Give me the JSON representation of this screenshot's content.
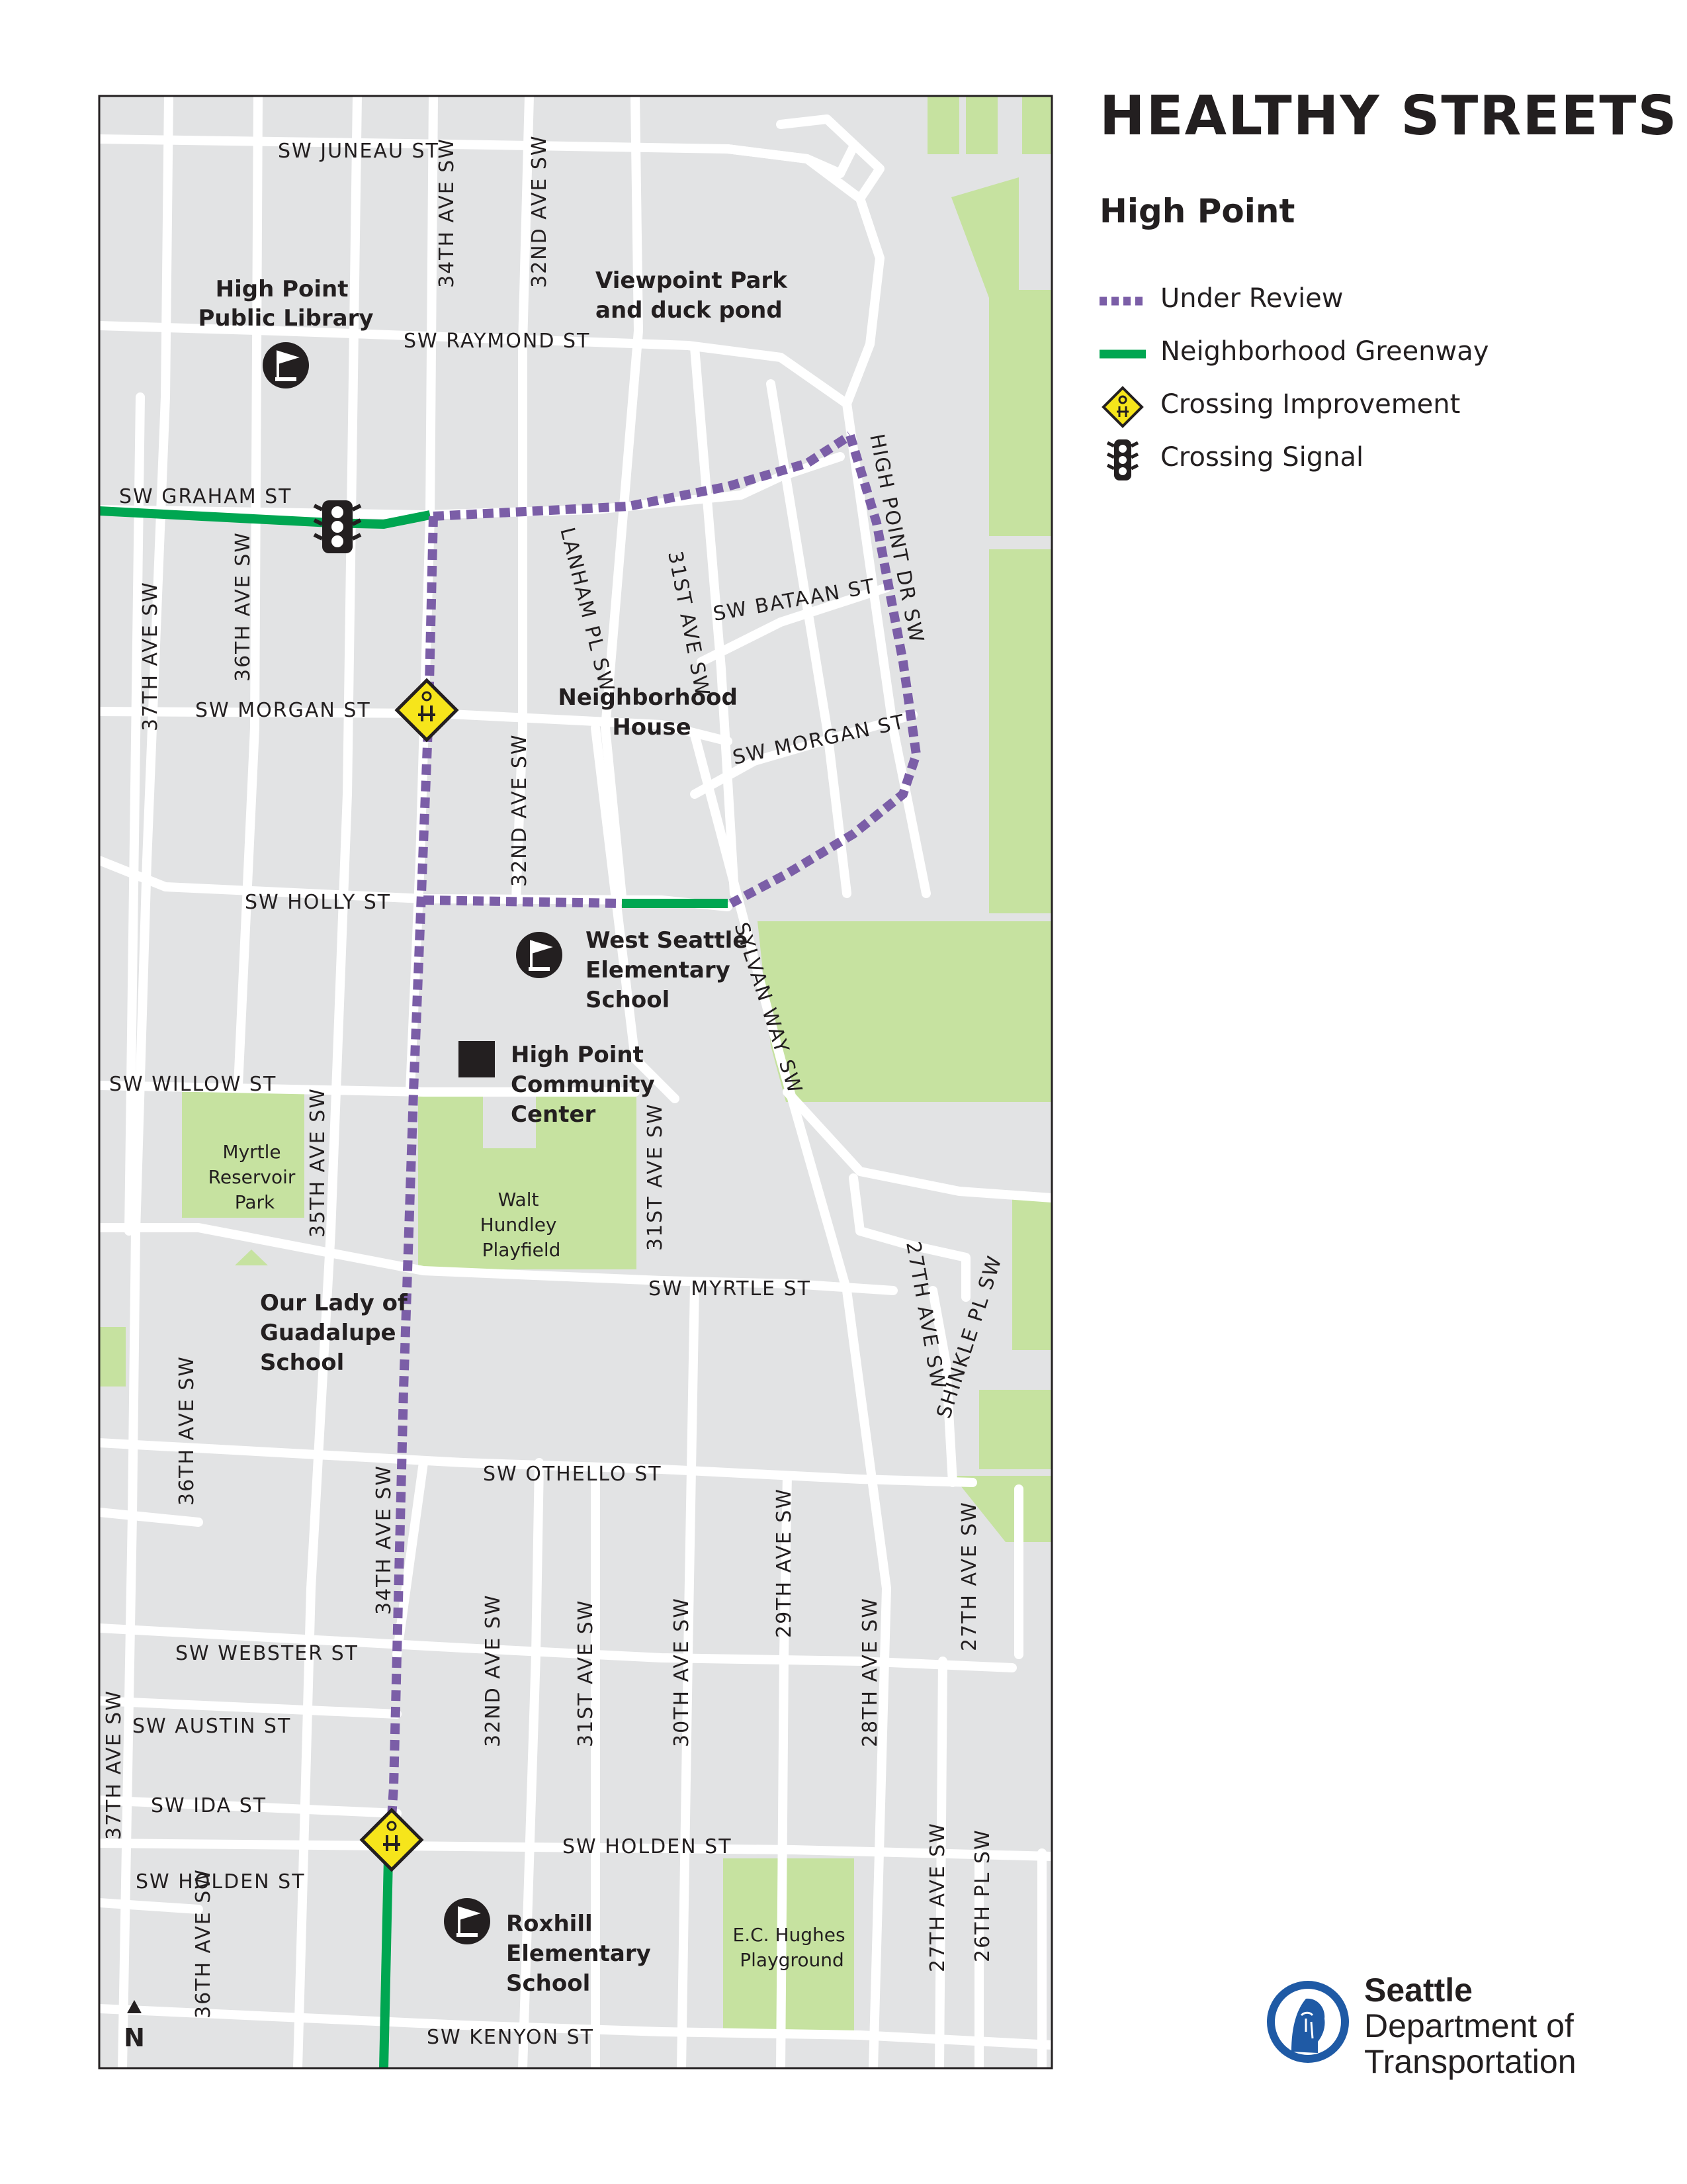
{
  "title": "HEALTHY STREETS",
  "subtitle": "High Point",
  "legend": [
    {
      "icon": "under-review-swatch",
      "label": "Under Review"
    },
    {
      "icon": "neighborhood-greenway-swatch",
      "label": "Neighborhood Greenway"
    },
    {
      "icon": "crossing-improvement-icon",
      "label": "Crossing Improvement"
    },
    {
      "icon": "crossing-signal-icon",
      "label": "Crossing Signal"
    }
  ],
  "north_label": "N",
  "agency": {
    "line1": "Seattle",
    "line2": "Department of",
    "line3": "Transportation"
  },
  "colors": {
    "land": "#e2e3e4",
    "street": "#ffffff",
    "park": "#c6e2a0",
    "under_review": "#7b5ea7",
    "greenway": "#00a651",
    "crossing": "#f6e51b",
    "text": "#231f20",
    "logo": "#1f5aa5"
  },
  "streets": {
    "juneau": "SW JUNEAU ST",
    "raymond": "SW RAYMOND ST",
    "graham": "SW GRAHAM ST",
    "bataan": "SW BATAAN ST",
    "morgan_w": "SW MORGAN ST",
    "morgan_e": "SW MORGAN ST",
    "holly": "SW HOLLY ST",
    "willow": "SW WILLOW ST",
    "myrtle": "SW MYRTLE ST",
    "othello": "SW OTHELLO ST",
    "webster": "SW WEBSTER ST",
    "austin": "SW AUSTIN ST",
    "ida": "SW IDA ST",
    "holden_w": "SW HOLDEN ST",
    "holden_e": "SW HOLDEN ST",
    "kenyon": "SW KENYON ST",
    "ave34_n": "34TH AVE SW",
    "ave32_n": "32ND AVE SW",
    "ave37_n": "37TH AVE SW",
    "ave36_n": "36TH AVE SW",
    "lanham": "LANHAM PL SW",
    "ave31_n": "31ST AVE SW",
    "highpoint": "HIGH POINT DR SW",
    "ave32_m": "32ND AVE SW",
    "sylvan": "SYLVAN WAY SW",
    "ave35": "35TH AVE SW",
    "ave31_m": "31ST AVE SW",
    "ave27_n": "27TH AVE SW",
    "shinkle": "SHINKLE PL SW",
    "ave36_s": "36TH AVE SW",
    "ave34_s": "34TH AVE SW",
    "ave29": "29TH AVE SW",
    "ave27_m": "27TH AVE SW",
    "ave32_s": "32ND AVE SW",
    "ave31_s": "31ST AVE SW",
    "ave30": "30TH AVE SW",
    "ave28": "28TH AVE SW",
    "ave37_s": "37TH AVE SW",
    "ave36_ss": "36TH AVE SW",
    "ave27_s": "27TH AVE SW",
    "ave26": "26TH PL SW"
  },
  "places": {
    "library": [
      "High Point",
      "Public Library"
    ],
    "viewpoint": [
      "Viewpoint Park",
      "and duck pond"
    ],
    "neighborhood_house": [
      "Neighborhood",
      "House"
    ],
    "west_seattle_elem": [
      "West Seattle",
      "Elementary",
      "School"
    ],
    "community_center": [
      "High Point",
      "Community",
      "Center"
    ],
    "myrtle_park": [
      "Myrtle",
      "Reservoir",
      "Park"
    ],
    "walt_hundley": [
      "Walt",
      "Hundley",
      "Playfield"
    ],
    "lady_guadalupe": [
      "Our Lady of",
      "Guadalupe",
      "School"
    ],
    "roxhill": [
      "Roxhill",
      "Elementary",
      "School"
    ],
    "hughes": [
      "E.C. Hughes",
      "Playground"
    ]
  }
}
